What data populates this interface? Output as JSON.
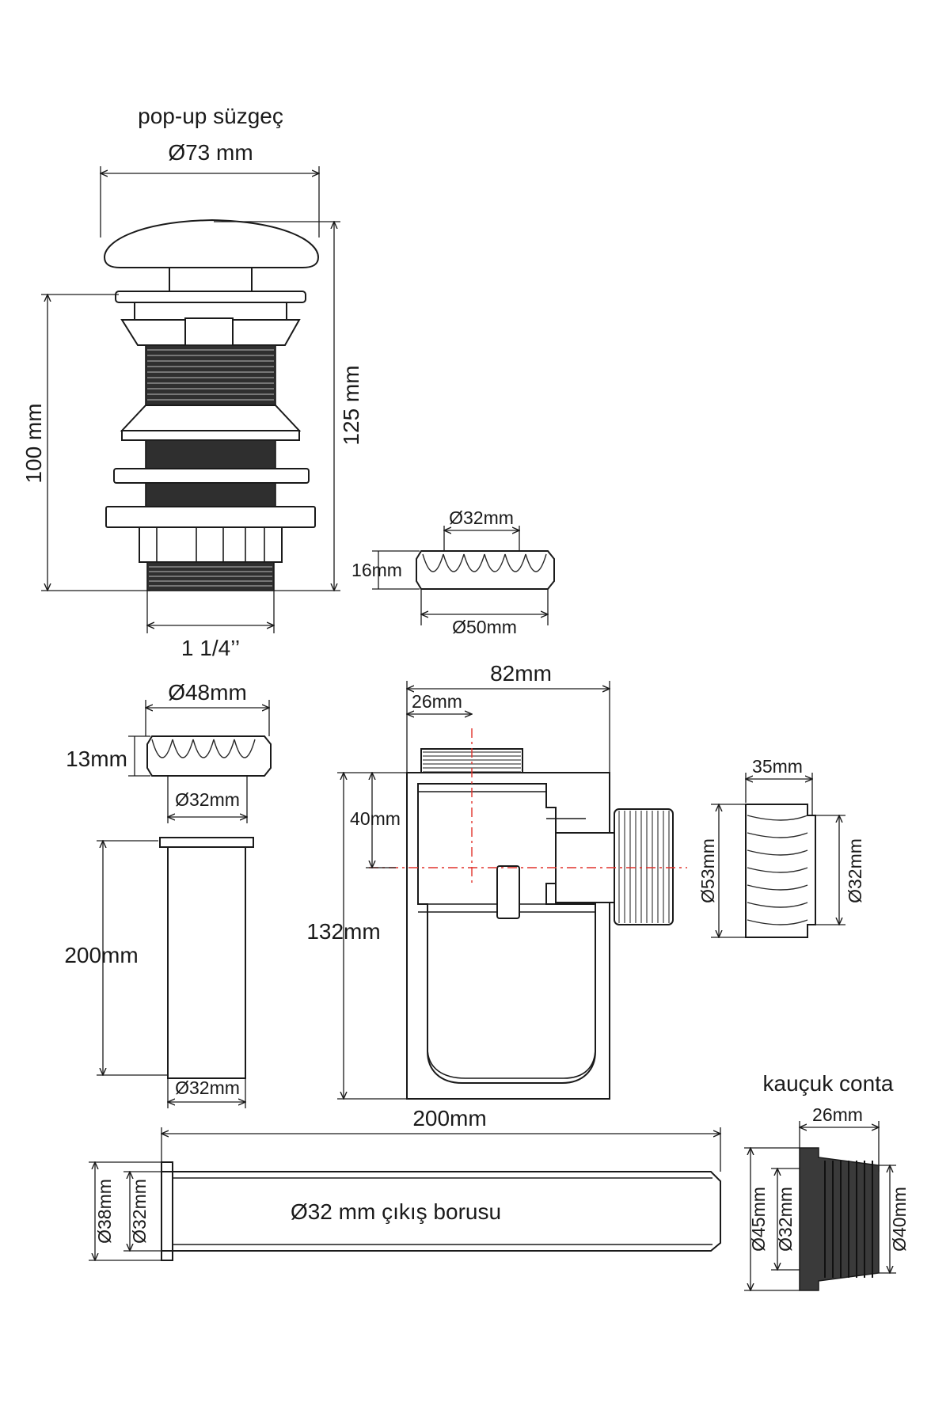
{
  "popup": {
    "title": "pop-up süzgeç",
    "dia_top": "Ø73 mm",
    "height_body": "100 mm",
    "height_total": "125 mm",
    "thread_size": "1 1/4’’"
  },
  "nut_small": {
    "inner": "Ø32mm",
    "height": "16mm",
    "outer": "Ø50mm"
  },
  "nut_large": {
    "outer": "Ø48mm",
    "height": "13mm",
    "inner": "Ø32mm"
  },
  "tube_vertical": {
    "length": "200mm",
    "dia": "Ø32mm"
  },
  "trap": {
    "width": "82mm",
    "inlet_offset": "26mm",
    "axis_height": "40mm",
    "height": "132mm"
  },
  "side_nut": {
    "width": "35mm",
    "outer": "Ø53mm",
    "inner": "Ø32mm"
  },
  "outlet_pipe": {
    "length": "200mm",
    "outer": "Ø38mm",
    "inner": "Ø32mm",
    "label": "Ø32 mm çıkış borusu"
  },
  "seal": {
    "title": "kauçuk conta",
    "width": "26mm",
    "outer": "Ø45mm",
    "inner": "Ø32mm",
    "end": "Ø40mm"
  }
}
